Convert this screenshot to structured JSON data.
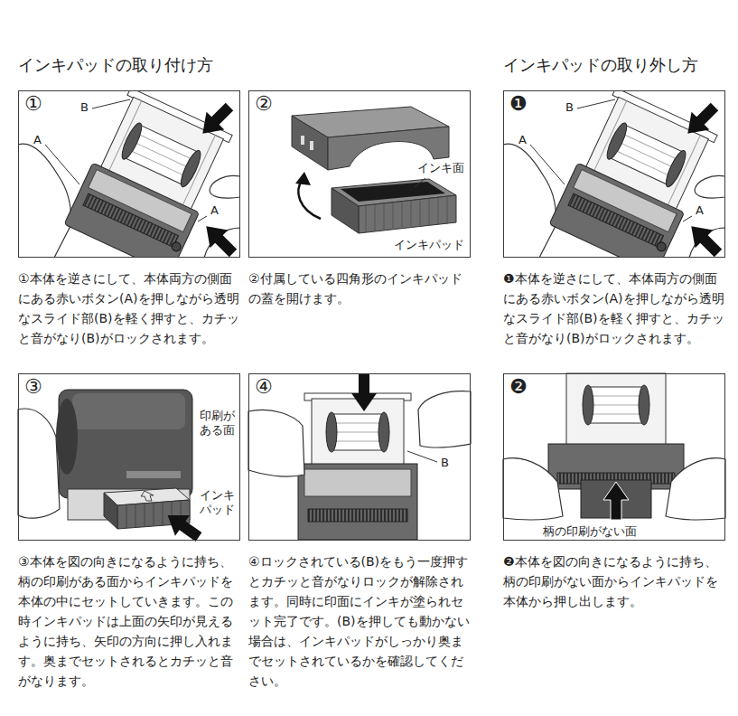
{
  "diagram": {
    "nodes": [
      {
        "text": [
          "①",
          "①本体を逆さにして、本体両方の側面にある赤いボタン(A)を押しながら透明なスライド部(B)を軽く押すと、カチッと音がなり(B)がロックされます。"
        ]
      },
      {
        "text": [
          "②",
          "②付属している四角形のインキパッドの蓋を開けます。"
        ]
      },
      {
        "text": [
          "❶",
          "❶本体を逆さにして、本体両方の側面にある赤いボタン(A)を押しながら透明なスライド部(B)を軽く押すと、カチッと音がなり(B)がロックされます。"
        ]
      },
      {
        "text": [
          "③",
          "③本体を図の向きになるように持ち、柄の印刷がある面からインキパッドを本体の中にセットしていきます。この時インキパッドは上面の矢印が見えるように持ち、矢印の方向に押し入れます。奥までセットされるとカチッと音がなります。"
        ]
      },
      {
        "text": [
          "④",
          "④ロックされている(B)をもう一度押すとカチッと音がなりロックが解除されます。同時に印面にインキが塗られセット完了です。(B)を押しても動かない場合は、インキパッドがしっかり奥までセットされているかを確認してください。"
        ]
      },
      {
        "text": [
          "❷",
          "❷本体を図の向きになるように持ち、柄の印刷がない面からインキパッドを本体から押し出します。"
        ]
      }
    ],
    "labels": [
      "インキパッドの取り付け方",
      "インキパッドの取り外し方",
      "B",
      "A",
      "A",
      "インキ面",
      "インキパッド",
      "B",
      "A",
      "A",
      "印刷が ある面",
      "インキ パッド",
      "B",
      "柄の印刷がない面"
    ]
  }
}
